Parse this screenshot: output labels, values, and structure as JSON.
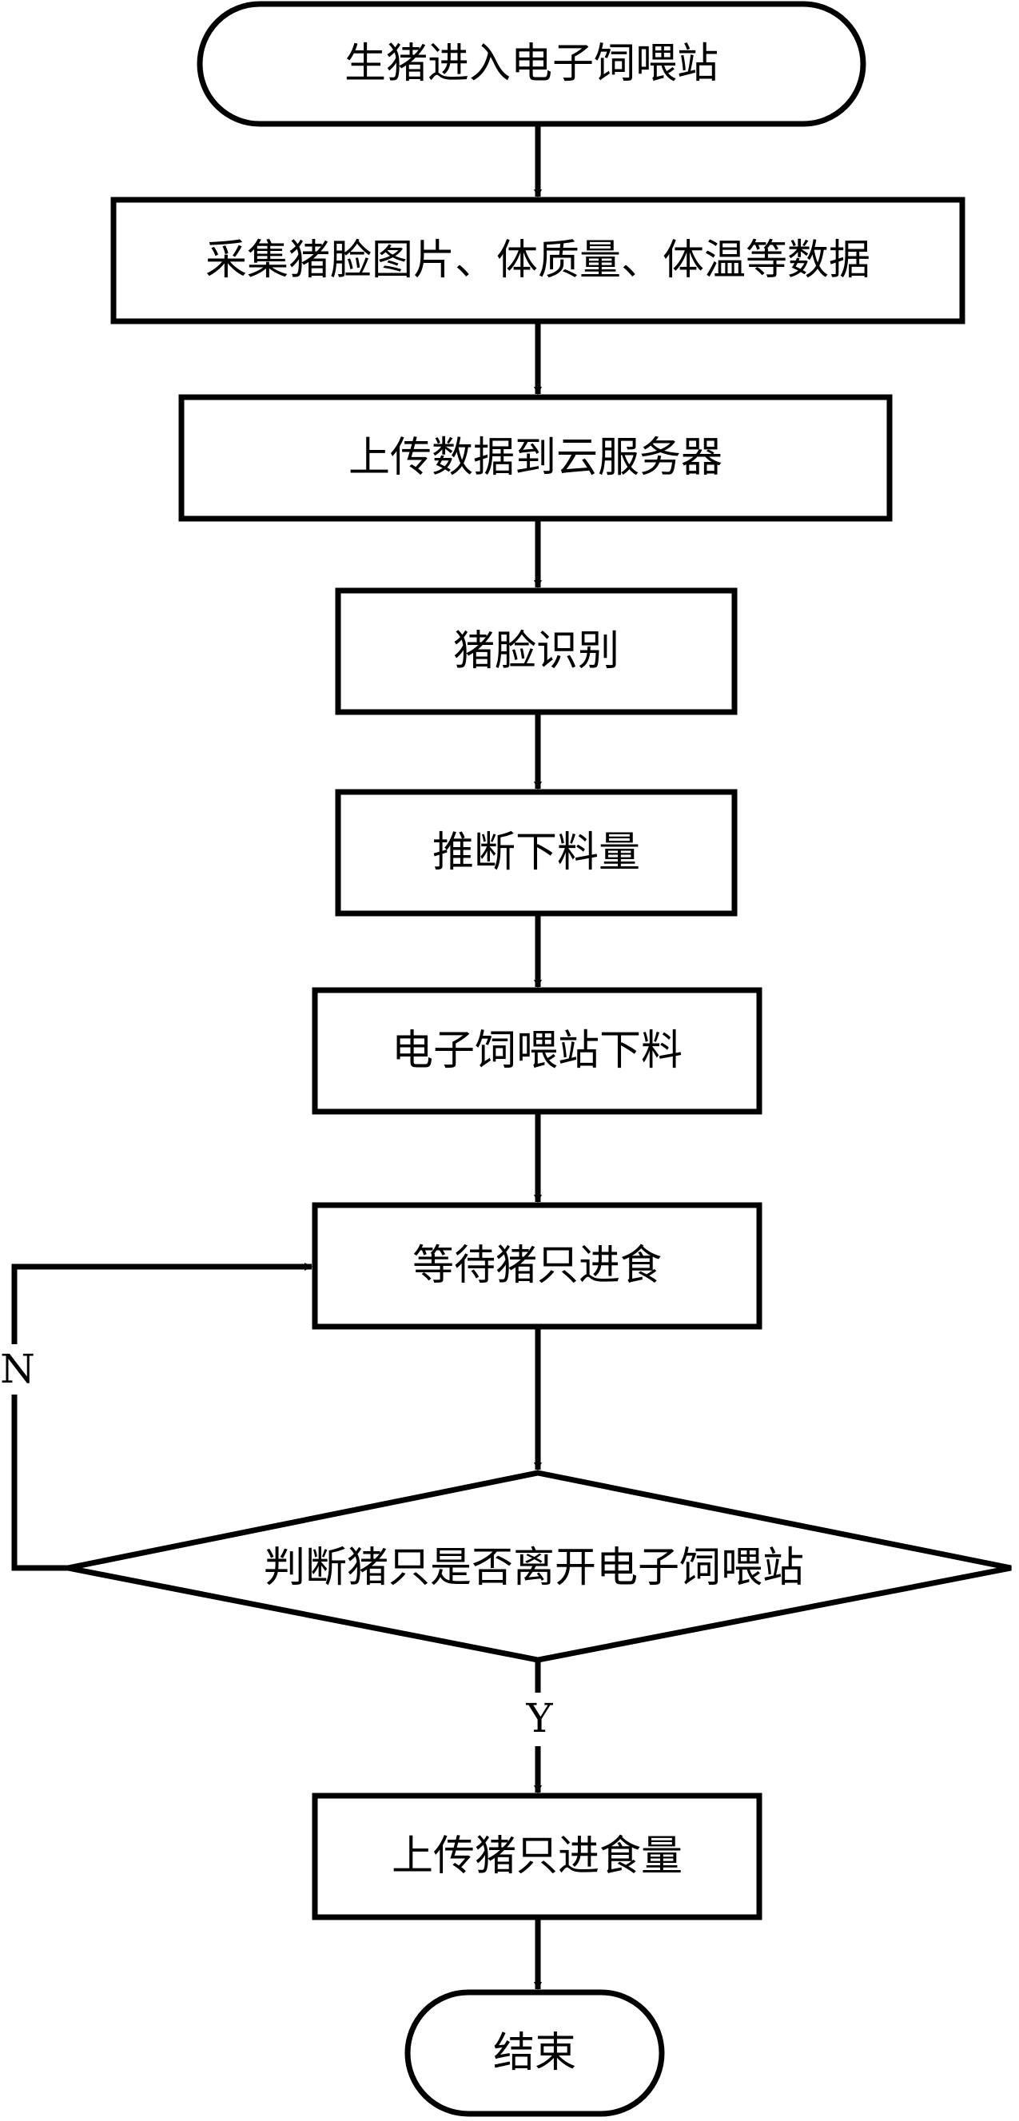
{
  "flowchart": {
    "start": "生猪进入电子饲喂站",
    "steps": [
      "采集猪脸图片、体质量、体温等数据",
      "上传数据到云服务器",
      "猪脸识别",
      "推断下料量",
      "电子饲喂站下料",
      "等待猪只进食"
    ],
    "decision": "判断猪只是否离开电子饲喂站",
    "no_label": "N",
    "yes_label": "Y",
    "after_yes": "上传猪只进食量",
    "end": "结束"
  }
}
